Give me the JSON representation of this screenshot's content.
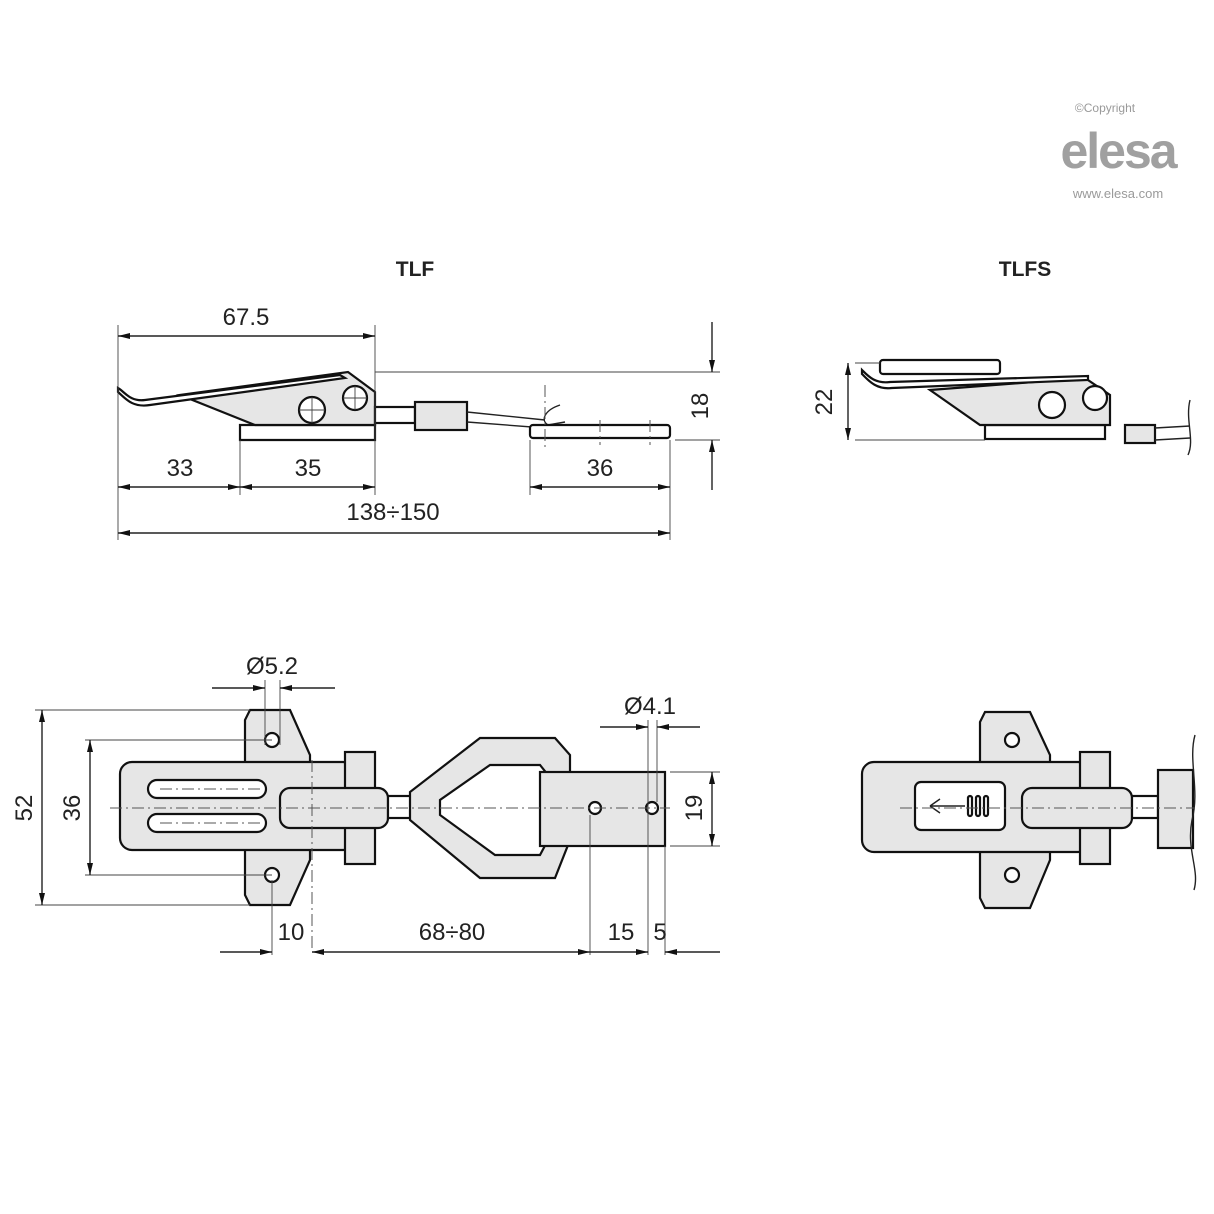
{
  "logo": {
    "copyright": "©Copyright",
    "brand": "elesa",
    "url": "www.elesa.com",
    "color": "#9a9a9a"
  },
  "views": {
    "tlf_title": "TLF",
    "tlfs_title": "TLFS"
  },
  "side_view": {
    "dim_lever_length": "67.5",
    "dim_height": "18",
    "dim_left_offset": "33",
    "dim_base_length": "35",
    "dim_keeper_length": "36",
    "dim_total_length": "138÷150"
  },
  "tlfs_side_view": {
    "dim_height": "22"
  },
  "plan_view": {
    "dim_hole_dia_base": "Ø5.2",
    "dim_hole_dia_keeper": "Ø4.1",
    "dim_base_width": "52",
    "dim_hole_spacing": "36",
    "dim_keeper_width": "19",
    "dim_hole_offset": "10",
    "dim_centre_distance": "68÷80",
    "dim_keeper_hole_spacing": "15",
    "dim_keeper_edge": "5"
  }
}
